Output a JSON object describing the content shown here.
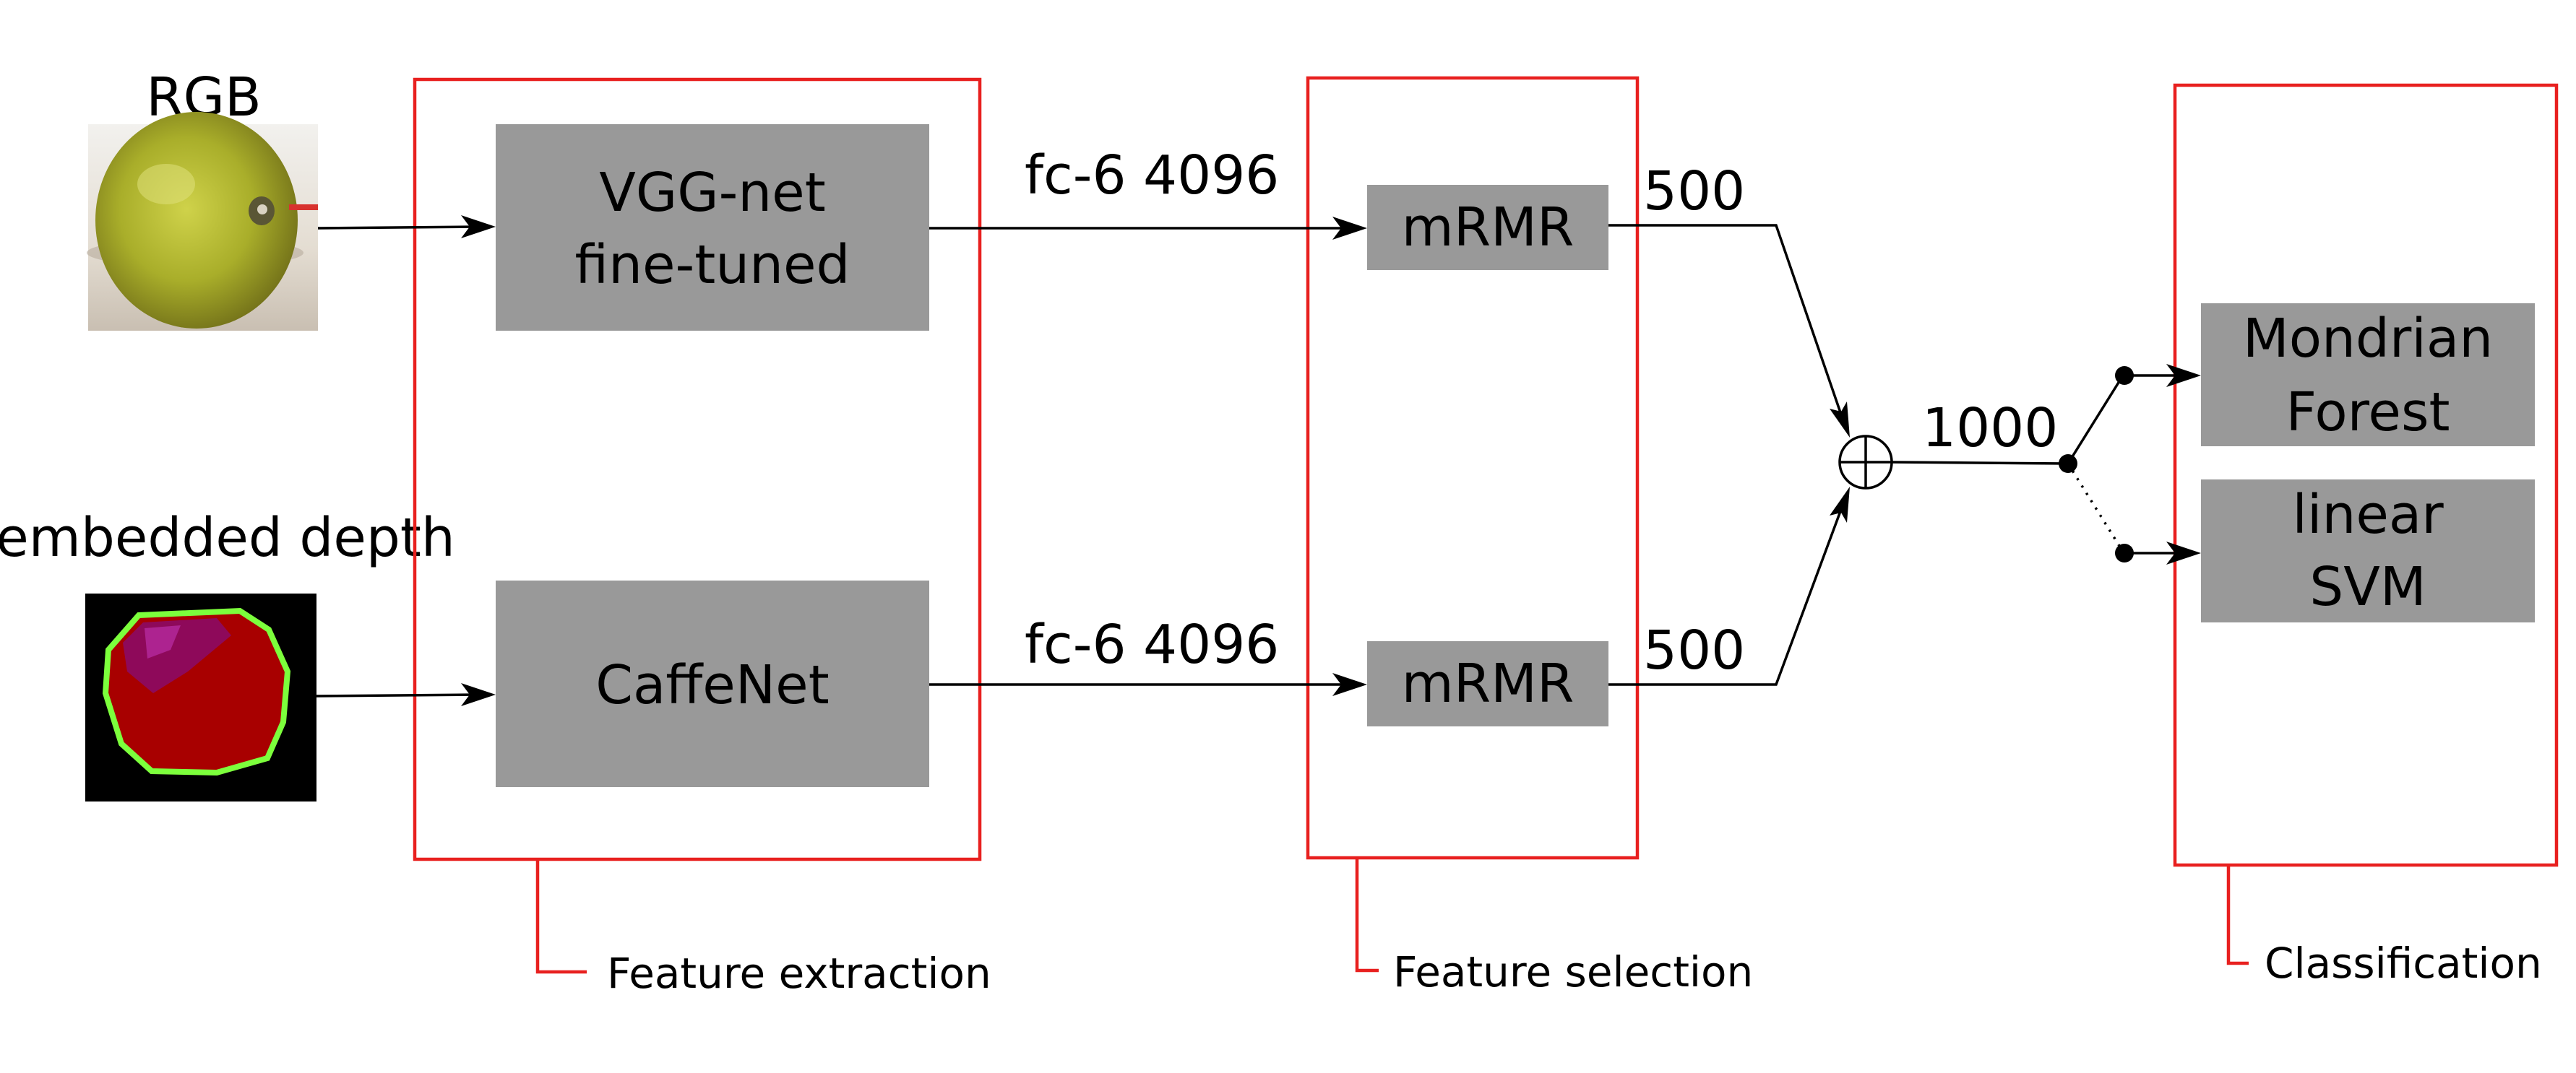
{
  "inputs": {
    "rgb_label": "RGB",
    "depth_label": "embedded depth",
    "rgb_image_icon": "apple-photo-icon",
    "depth_image_icon": "depth-map-icon"
  },
  "stages": {
    "feature_extraction": "Feature extraction",
    "feature_selection": "Feature selection",
    "classification": "Classification"
  },
  "nodes": {
    "vgg": [
      "VGG-net",
      "fine-tuned"
    ],
    "caffenet": "CaffeNet",
    "mrmr_top": "mRMR",
    "mrmr_bottom": "mRMR",
    "concat_icon": "circle-plus-icon",
    "mondrian": [
      "Mondrian",
      "Forest"
    ],
    "svm": [
      "linear",
      "SVM"
    ]
  },
  "edges": {
    "fc6_top": "fc-6 4096",
    "fc6_bottom": "fc-6 4096",
    "dim_top": "500",
    "dim_bottom": "500",
    "dim_concat": "1000"
  },
  "colors": {
    "stage_frame": "#e8201f",
    "box_fill": "#999999",
    "depth_fill": "#a80000",
    "depth_outline": "#7cff3c"
  }
}
